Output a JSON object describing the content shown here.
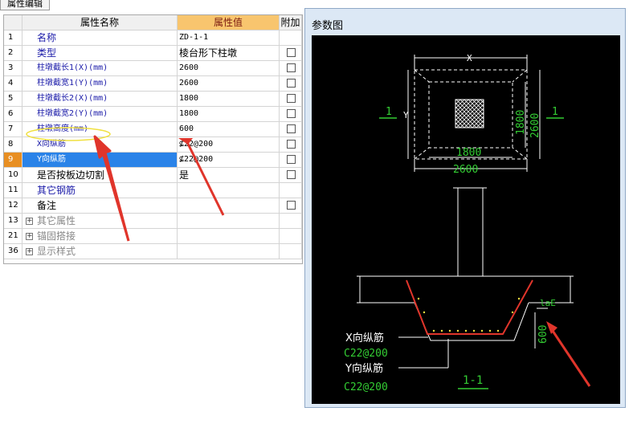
{
  "tab": {
    "label": "属性编辑"
  },
  "grid": {
    "headers": {
      "name": "属性名称",
      "value": "属性值",
      "extra": "附加"
    },
    "rows": [
      {
        "num": "1",
        "name": "名称",
        "value": "ZD-1-1"
      },
      {
        "num": "2",
        "name": "类型",
        "value": "棱台形下柱墩"
      },
      {
        "num": "3",
        "name": "柱墩截长1(X)(mm)",
        "value": "2600"
      },
      {
        "num": "4",
        "name": "柱墩截宽1(Y)(mm)",
        "value": "2600"
      },
      {
        "num": "5",
        "name": "柱墩截长2(X)(mm)",
        "value": "1800"
      },
      {
        "num": "6",
        "name": "柱墩截宽2(Y)(mm)",
        "value": "1800"
      },
      {
        "num": "7",
        "name": "柱墩高度(mm)",
        "value": "600"
      },
      {
        "num": "8",
        "name": "X向纵筋",
        "value": "⊈22@200"
      },
      {
        "num": "9",
        "name": "Y向纵筋",
        "value": "⊈22@200"
      },
      {
        "num": "10",
        "name": "是否按板边切割",
        "value": "是"
      },
      {
        "num": "11",
        "name": "其它钢筋",
        "value": ""
      },
      {
        "num": "12",
        "name": "备注",
        "value": ""
      },
      {
        "num": "13",
        "name": "其它属性",
        "value": ""
      },
      {
        "num": "21",
        "name": "锚固搭接",
        "value": ""
      },
      {
        "num": "36",
        "name": "显示样式",
        "value": ""
      }
    ]
  },
  "panel": {
    "title": "参数图",
    "drawing": {
      "top_x": "X",
      "top_y": "Y",
      "dim_1800_h": "1800",
      "dim_2600_h": "2600",
      "dim_1800_v": "1800",
      "dim_2600_v": "2600",
      "section_left": "1",
      "section_right": "1",
      "lae": "laE",
      "dim_600": "600",
      "x_rebar": "X向纵筋",
      "x_rebar_spec": "C22@200",
      "y_rebar": "Y向纵筋",
      "y_rebar_spec": "C22@200",
      "section_label": "1-1"
    }
  },
  "colors": {
    "selected_row": "#2a83e8",
    "header_value": "#f8c56e",
    "annotation_arrow": "#e0352b",
    "cad_green": "#33cc33"
  }
}
